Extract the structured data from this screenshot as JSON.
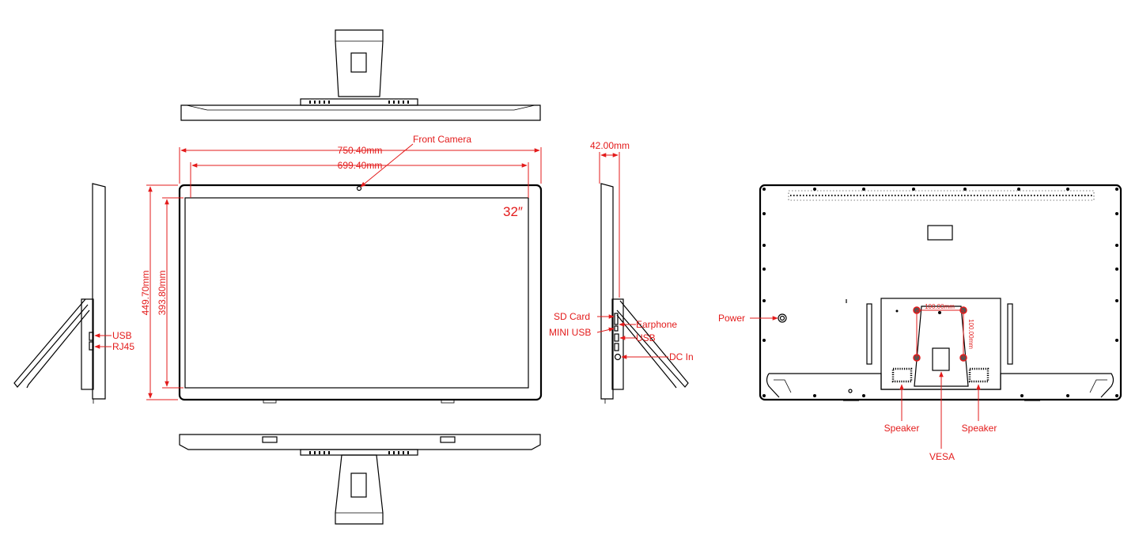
{
  "dimensions": {
    "outer_width": "750.40mm",
    "inner_width": "699.40mm",
    "outer_height": "449.70mm",
    "inner_height": "393.80mm",
    "depth": "42.00mm",
    "vesa_horizontal": "100.00mm",
    "vesa_vertical": "100.00mm"
  },
  "labels": {
    "front_camera": "Front Camera",
    "screen_size": "32″",
    "side_left_usb": "USB",
    "side_left_rj45": "RJ45",
    "sd_card": "SD Card",
    "mini_usb": "MINI USB",
    "earphone": "Earphone",
    "side_right_usb": "USB",
    "dc_in": "DC In",
    "power": "Power",
    "speaker_left": "Speaker",
    "speaker_right": "Speaker",
    "vesa": "VESA"
  },
  "colors": {
    "annotation": "#e31b1b",
    "drawing": "#000000"
  }
}
